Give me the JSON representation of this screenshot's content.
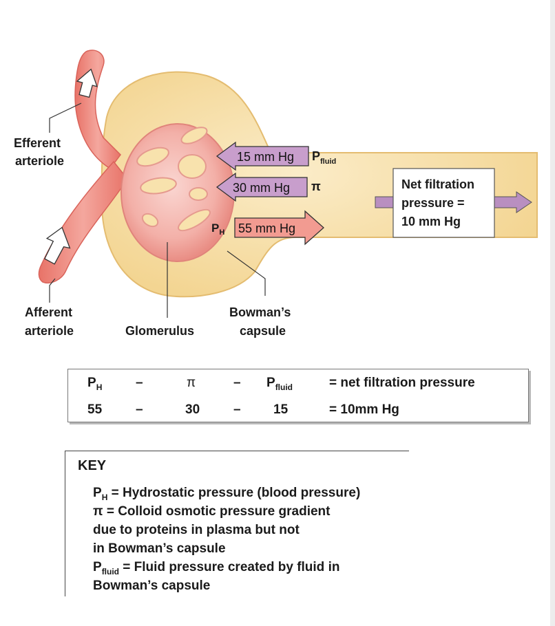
{
  "labels": {
    "efferent_line1": "Efferent",
    "efferent_line2": "arteriole",
    "afferent_line1": "Afferent",
    "afferent_line2": "arteriole",
    "glomerulus": "Glomerulus",
    "bowmans_line1": "Bowman’s",
    "bowmans_line2": "capsule"
  },
  "arrows": {
    "pfluid_value": "15 mm Hg",
    "pfluid_label_main": "P",
    "pfluid_label_sub": "fluid",
    "pi_value": "30 mm Hg",
    "pi_symbol": "π",
    "ph_value": "55 mm Hg",
    "ph_label_main": "P",
    "ph_label_sub": "H"
  },
  "net_box": {
    "line1": "Net filtration",
    "line2": "pressure =",
    "line3": "10 mm Hg"
  },
  "equation": {
    "row1": {
      "ph_main": "P",
      "ph_sub": "H",
      "minus1": "–",
      "pi": "π",
      "minus2": "–",
      "pf_main": "P",
      "pf_sub": "fluid",
      "result": "= net filtration pressure"
    },
    "row2": {
      "ph": "55",
      "minus1": "–",
      "pi": "30",
      "minus2": "–",
      "pf": "15",
      "result": "= 10mm Hg"
    }
  },
  "key": {
    "title": "KEY",
    "line1_main": "P",
    "line1_sub": "H",
    "line1_text": " = Hydrostatic pressure (blood pressure)",
    "line2": "π = Colloid osmotic pressure gradient",
    "line3": "due to proteins in plasma but not",
    "line4": "in Bowman’s capsule",
    "line5_main": "P",
    "line5_sub": "fluid",
    "line5_text": " = Fluid pressure created by fluid in",
    "line6": "Bowman’s capsule"
  },
  "colors": {
    "capsule_fill": "#f6dea4",
    "capsule_edge": "#e0b86a",
    "vessel": "#e9837a",
    "glomerulus": "#f2a7a0",
    "glomerulus_core": "#f7c7c1",
    "purple_arrow": "#c9a0cd",
    "pink_arrow": "#f19d93"
  }
}
